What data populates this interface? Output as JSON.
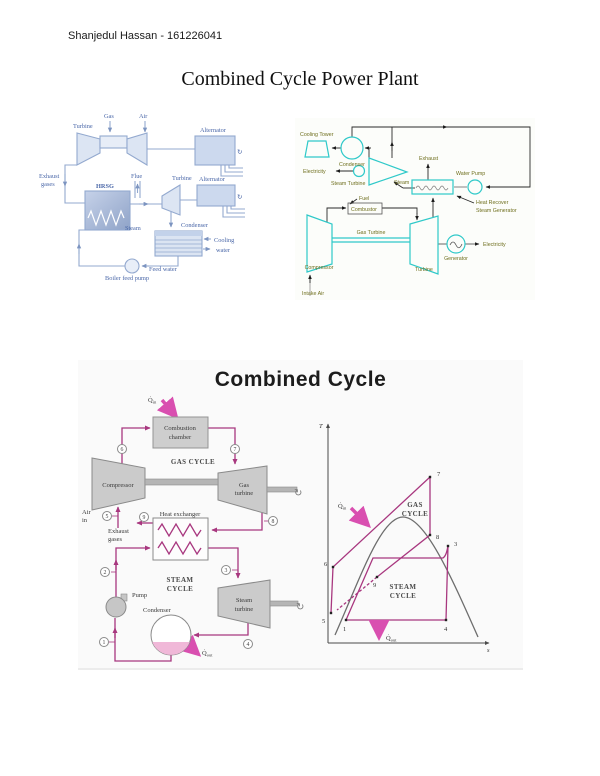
{
  "page": {
    "header": "Shanjedul Hassan - 161226041",
    "title": "Combined Cycle Power Plant"
  },
  "colors": {
    "blue_line": "#93a9cf",
    "blue_text": "#4a67a8",
    "teal": "#2fc9c9",
    "olive_text": "#6f6f1e",
    "magenta": "#a8377f",
    "pink_arrow": "#d94fb0",
    "component_gray": "#cbcbcb",
    "dome_gray": "#6d6d6d"
  },
  "icons": {
    "rotate": "↻",
    "sine": "∿"
  },
  "fig1": {
    "turbine": "Turbine",
    "gas": "Gas",
    "air": "Air",
    "alternator_top": "Alternator",
    "exhaust_1": "Exhaust",
    "exhaust_2": "gases",
    "hrsg": "HRSG",
    "flue": "Flue",
    "steam_turbine": "Turbine",
    "alternator_bottom": "Alternator",
    "steam": "Steam",
    "condenser": "Condenser",
    "cooling_1": "Cooling",
    "cooling_2": "water",
    "feed_water": "Feed water",
    "boiler_feed_pump": "Boiler feed pump"
  },
  "fig2": {
    "cooling_tower": "Cooling Tower",
    "condenser": "Condenser",
    "electricity_left": "Electricity",
    "steam_turbine": "Steam Turbine",
    "steam": "Steam",
    "exhaust": "Exhaust",
    "water_pump": "Water Pump",
    "heat_recover_1": "Heat Recover",
    "heat_recover_2": "Steam Generator",
    "fuel": "Fuel",
    "combustor": "Combustor",
    "gas_turbine": "Gas Turbine",
    "compressor": "Compressor",
    "turbine": "Turbine",
    "generator": "Generator",
    "electricity_right": "Electricity",
    "intake_air": "Intake Air"
  },
  "fig3": {
    "title": "Combined Cycle",
    "nodes": [
      "1",
      "2",
      "3",
      "4",
      "5",
      "6",
      "7",
      "8",
      "9"
    ],
    "schematic": {
      "q": "Q̇",
      "q_in_sub": "in",
      "q_out_sub": "out",
      "combustion_1": "Combustion",
      "combustion_2": "chamber",
      "gas_cycle": "GAS CYCLE",
      "compressor": "Compressor",
      "gas_turbine_1": "Gas",
      "gas_turbine_2": "turbine",
      "air_1": "Air",
      "air_2": "in",
      "exhaust_1": "Exhaust",
      "exhaust_2": "gases",
      "heat_exchanger": "Heat exchanger",
      "steam_cycle_1": "STEAM",
      "steam_cycle_2": "CYCLE",
      "pump": "Pump",
      "condenser": "Condenser",
      "steam_turbine_1": "Steam",
      "steam_turbine_2": "turbine"
    },
    "ts": {
      "t_axis": "T",
      "s_axis": "s",
      "gas_1": "GAS",
      "gas_2": "CYCLE",
      "steam_1": "STEAM",
      "steam_2": "CYCLE",
      "q": "Q̇",
      "in": "in",
      "out": "out"
    }
  }
}
